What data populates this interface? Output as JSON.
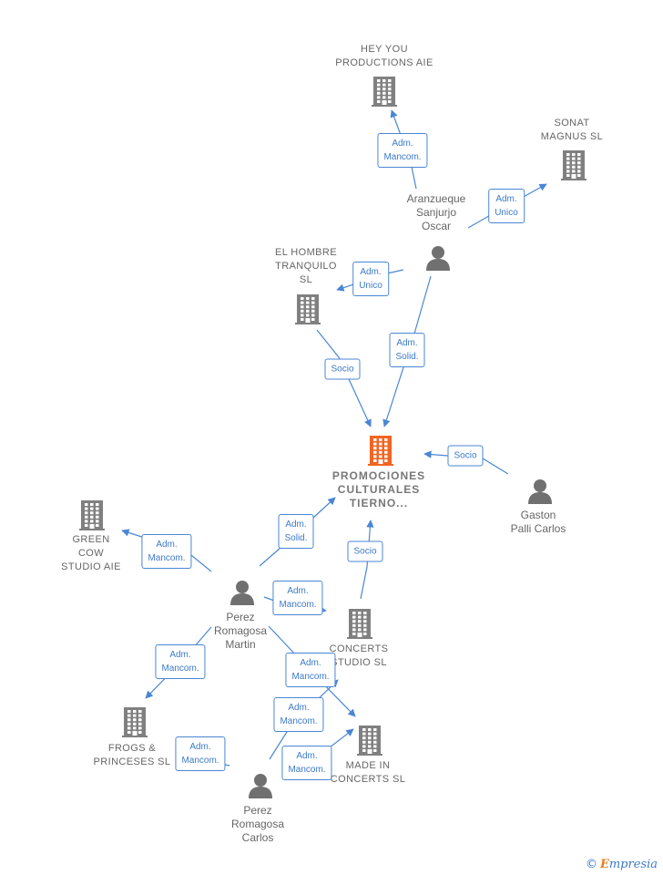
{
  "colors": {
    "edge": "#4a86d4",
    "company_icon": "#808080",
    "center_icon": "#f26522",
    "person_icon": "#707070"
  },
  "nodes": [
    {
      "id": "hey",
      "type": "company",
      "label": "HEY YOU\nPRODUCTIONS AIE"
    },
    {
      "id": "sonat",
      "type": "company",
      "label": "SONAT\nMAGNUS  SL"
    },
    {
      "id": "aranz",
      "type": "person",
      "label": "Aranzueque\nSanjurjo\nOscar"
    },
    {
      "id": "hombre",
      "type": "company",
      "label": "EL HOMBRE\nTRANQUILO\nSL"
    },
    {
      "id": "center",
      "type": "center",
      "label": "PROMOCIONES\nCULTURALES\nTIERNO..."
    },
    {
      "id": "gaston",
      "type": "person",
      "label": "Gaston\nPalli Carlos"
    },
    {
      "id": "green",
      "type": "company",
      "label": "GREEN\nCOW\nSTUDIO AIE"
    },
    {
      "id": "martin",
      "type": "person",
      "label": "Perez\nRomagosa\nMartin"
    },
    {
      "id": "concerts",
      "type": "company",
      "label": "CONCERTS\nSTUDIO SL"
    },
    {
      "id": "frogs",
      "type": "company",
      "label": "FROGS &\nPRINCESES SL"
    },
    {
      "id": "made",
      "type": "company",
      "label": "MADE IN\nCONCERTS  SL"
    },
    {
      "id": "carlos",
      "type": "person",
      "label": "Perez\nRomagosa\nCarlos"
    }
  ],
  "edges": [
    {
      "from": "aranz",
      "to": "hey",
      "label": "Adm.\nMancom."
    },
    {
      "from": "aranz",
      "to": "sonat",
      "label": "Adm.\nUnico"
    },
    {
      "from": "aranz",
      "to": "hombre",
      "label": "Adm.\nUnico"
    },
    {
      "from": "aranz",
      "to": "center",
      "label": "Adm.\nSolid."
    },
    {
      "from": "hombre",
      "to": "center",
      "label": "Socio"
    },
    {
      "from": "gaston",
      "to": "center",
      "label": "Socio"
    },
    {
      "from": "martin",
      "to": "center",
      "label": "Adm.\nSolid."
    },
    {
      "from": "concerts",
      "to": "center",
      "label": "Socio"
    },
    {
      "from": "martin",
      "to": "green",
      "label": "Adm.\nMancom."
    },
    {
      "from": "martin",
      "to": "concerts",
      "label": "Adm.\nMancom."
    },
    {
      "from": "martin",
      "to": "frogs",
      "label": "Adm.\nMancom."
    },
    {
      "from": "martin",
      "to": "made",
      "label": "Adm.\nMancom."
    },
    {
      "from": "carlos",
      "to": "concerts",
      "label": "Adm.\nMancom."
    },
    {
      "from": "carlos",
      "to": "frogs",
      "label": "Adm.\nMancom."
    },
    {
      "from": "carlos",
      "to": "made",
      "label": "Adm.\nMancom."
    }
  ],
  "brand": {
    "copyright": "©",
    "first_letter": "E",
    "rest": "mpresia"
  }
}
